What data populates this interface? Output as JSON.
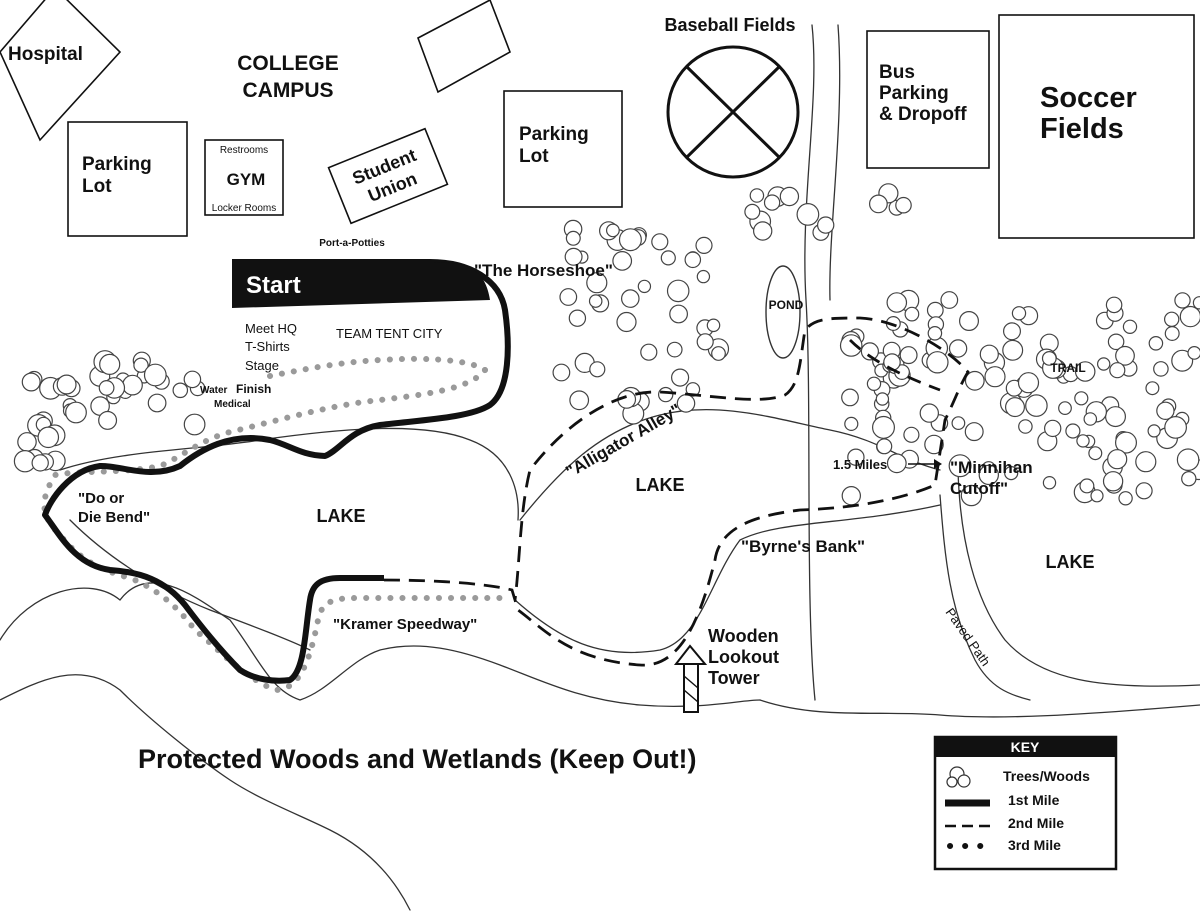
{
  "buildings": {
    "hospital": "Hospital",
    "college_campus_line1": "COLLEGE",
    "college_campus_line2": "CAMPUS",
    "parking_lot_left_line1": "Parking",
    "parking_lot_left_line2": "Lot",
    "gym_restrooms": "Restrooms",
    "gym": "GYM",
    "gym_locker_rooms": "Locker Rooms",
    "student_union_line1": "Student",
    "student_union_line2": "Union",
    "parking_lot_center_line1": "Parking",
    "parking_lot_center_line2": "Lot",
    "baseball_fields": "Baseball Fields",
    "bus_parking_line1": "Bus",
    "bus_parking_line2": "Parking",
    "bus_parking_line3": "& Dropoff",
    "soccer_fields_line1": "Soccer",
    "soccer_fields_line2": "Fields",
    "port_a_potties": "Port-a-Potties"
  },
  "course_labels": {
    "start": "Start",
    "horseshoe": "\"The Horseshoe\"",
    "meet_hq": "Meet HQ",
    "t_shirts": "T-Shirts",
    "stage": "Stage",
    "team_tent_city": "TEAM TENT CITY",
    "water": "Water",
    "finish": "Finish",
    "medical": "Medical",
    "do_or_die_line1": "\"Do or",
    "do_or_die_line2": "Die Bend\"",
    "kramer_speedway": "\"Kramer Speedway\"",
    "alligator_alley": "\"Alligator Alley\"",
    "byrnes_bank": "\"Byrne's Bank\"",
    "minnihan_line1": "\"Minnihan",
    "minnihan_line2": "Cutoff\"",
    "one_point_five_miles": "1.5 Miles"
  },
  "features": {
    "lake_left": "LAKE",
    "lake_center": "LAKE",
    "lake_right": "LAKE",
    "pond": "POND",
    "trail": "TRAIL",
    "paved_path": "Paved Path",
    "tower_line1": "Wooden",
    "tower_line2": "Lookout",
    "tower_line3": "Tower",
    "protected_woods": "Protected Woods and Wetlands (Keep Out!)"
  },
  "key": {
    "title": "KEY",
    "trees_woods": "Trees/Woods",
    "first_mile": "1st Mile",
    "second_mile": "2nd Mile",
    "third_mile": "3rd Mile"
  },
  "colors": {
    "ink": "#111111",
    "paper": "#ffffff",
    "third_mile_dots": "#9a9a9a"
  }
}
